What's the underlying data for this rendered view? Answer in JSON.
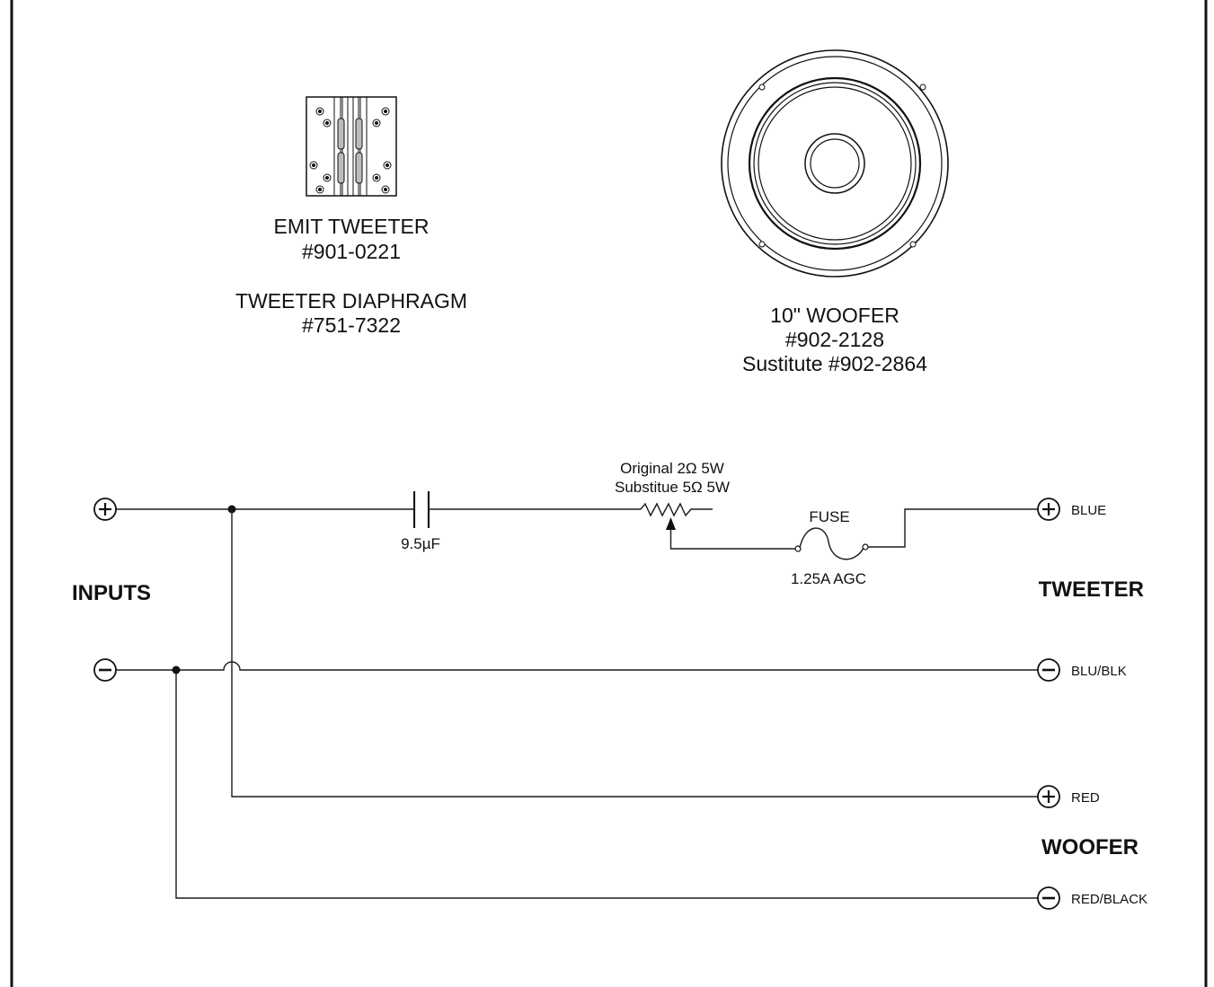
{
  "tweeter": {
    "name": "EMIT TWEETER",
    "part": "#901-0221",
    "diaphragm_name": "TWEETER DIAPHRAGM",
    "diaphragm_part": "#751-7322"
  },
  "woofer": {
    "name": "10\" WOOFER",
    "part": "#902-2128",
    "substitute": "Sustitute #902-2864"
  },
  "circuit": {
    "capacitor": "9.5µF",
    "resistor_original": "Original 2Ω 5W",
    "resistor_substitute": "Substitue 5Ω 5W",
    "fuse_label": "FUSE",
    "fuse_rating": "1.25A AGC",
    "inputs_label": "INPUTS",
    "tweeter_label": "TWEETER",
    "woofer_label": "WOOFER"
  },
  "terminals": {
    "tweeter_pos": "BLUE",
    "tweeter_neg": "BLU/BLK",
    "woofer_pos": "RED",
    "woofer_neg": "RED/BLACK"
  }
}
